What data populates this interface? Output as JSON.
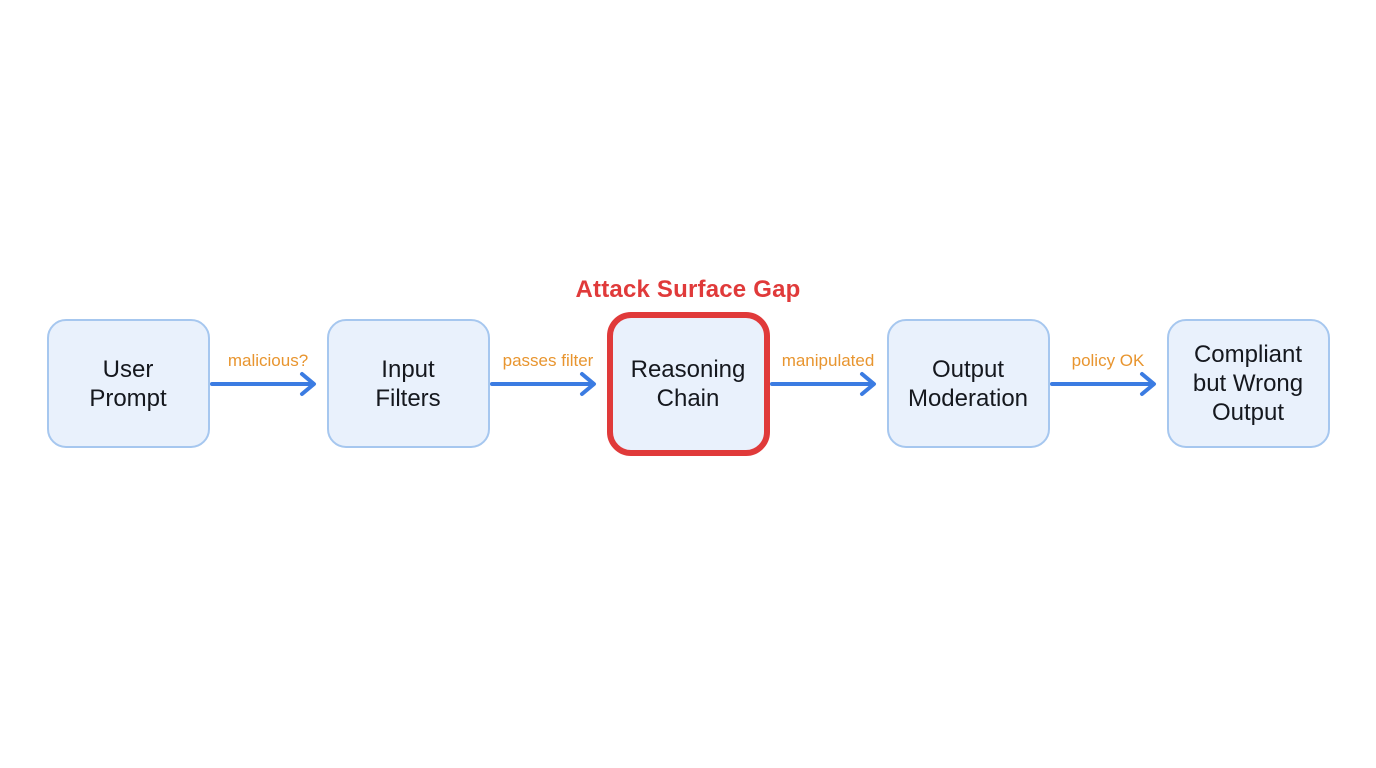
{
  "title": {
    "text": "Attack Surface Gap"
  },
  "nodes": [
    {
      "id": "user-prompt",
      "label": "User\nPrompt",
      "highlight": false
    },
    {
      "id": "input-filters",
      "label": "Input\nFilters",
      "highlight": false
    },
    {
      "id": "reasoning-chain",
      "label": "Reasoning\nChain",
      "highlight": true
    },
    {
      "id": "output-moderation",
      "label": "Output\nModeration",
      "highlight": false
    },
    {
      "id": "compliant-but-wrong-output",
      "label": "Compliant\nbut Wrong\nOutput",
      "highlight": false
    }
  ],
  "edges": [
    {
      "label": "malicious?"
    },
    {
      "label": "passes filter"
    },
    {
      "label": "manipulated"
    },
    {
      "label": "policy OK"
    }
  ],
  "colors": {
    "background": "#ffffff",
    "node_fill": "#e9f1fc",
    "node_border": "#a6c7ef",
    "node_text": "#15181e",
    "arrow": "#3b7ce2",
    "edge_label": "#e8952f",
    "highlight_border": "#e03a3a",
    "title_text": "#e03a3a"
  }
}
